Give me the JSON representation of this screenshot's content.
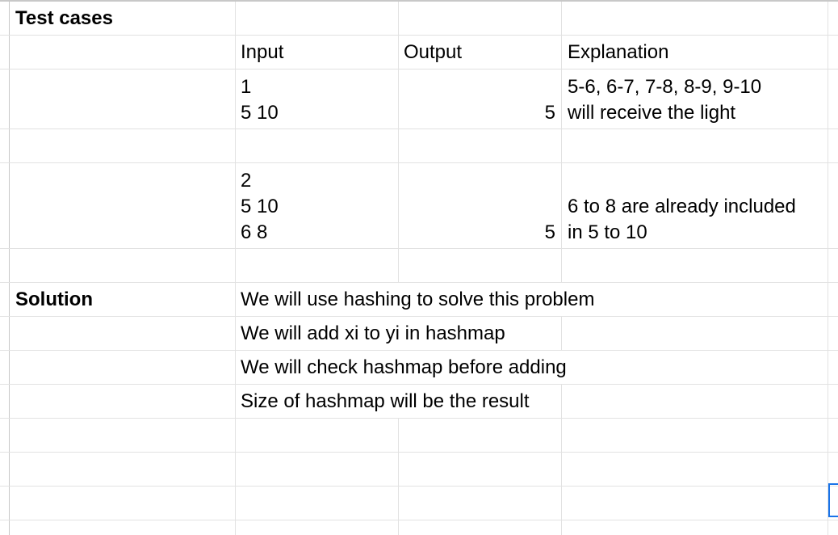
{
  "sheet": {
    "rows": [
      {
        "a": "Test cases",
        "input": "",
        "output": "",
        "explanation": ""
      },
      {
        "a": "",
        "input": "Input",
        "output": "Output",
        "explanation": "Explanation"
      },
      {
        "a": "",
        "input": "1\n5 10",
        "output": "5",
        "explanation": "5-6, 6-7, 7-8, 8-9, 9-10\nwill receive the light"
      },
      {
        "a": "",
        "input": "",
        "output": "",
        "explanation": ""
      },
      {
        "a": "",
        "input": "2\n5 10\n6 8",
        "output": "5",
        "explanation": "6 to 8 are already included\nin 5 to 10"
      },
      {
        "a": "",
        "input": "",
        "output": "",
        "explanation": ""
      },
      {
        "a": "Solution",
        "input": "We will use hashing to solve this problem",
        "output": "",
        "explanation": ""
      },
      {
        "a": "",
        "input": "We will add xi to yi in hashmap",
        "output": "",
        "explanation": ""
      },
      {
        "a": "",
        "input": "We will check hashmap before adding",
        "output": "",
        "explanation": ""
      },
      {
        "a": "",
        "input": "Size of hashmap will be the result",
        "output": "",
        "explanation": ""
      },
      {
        "a": "",
        "input": "",
        "output": "",
        "explanation": ""
      },
      {
        "a": "",
        "input": "",
        "output": "",
        "explanation": ""
      },
      {
        "a": "",
        "input": "",
        "output": "",
        "explanation": ""
      }
    ],
    "selection_color": "#1a73e8",
    "gridline_color": "#e2e2e2"
  }
}
